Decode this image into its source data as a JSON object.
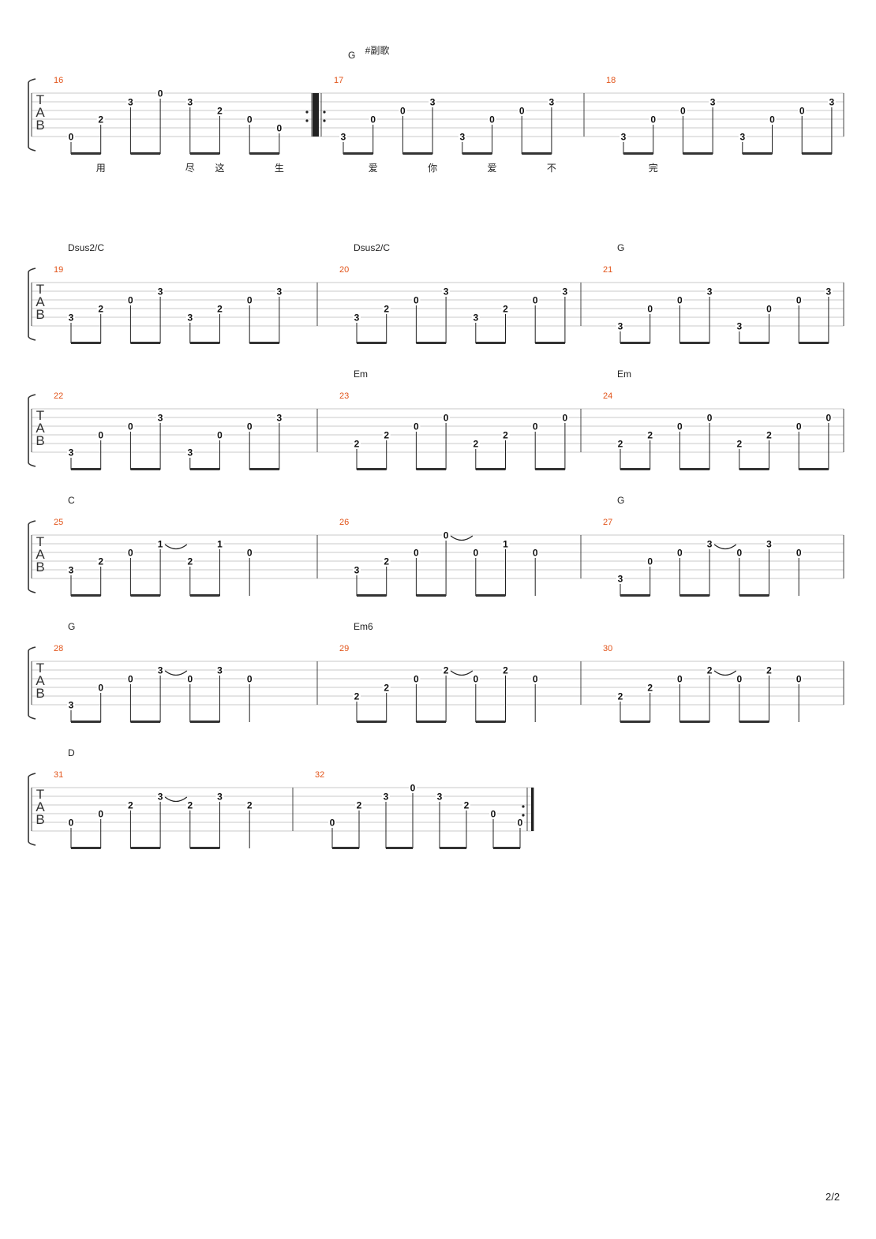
{
  "page": {
    "number": "2/2"
  },
  "section_label": "#副歌",
  "systems": [
    {
      "measures": [
        {
          "number": "16",
          "chord": "",
          "notes": [
            [
              6,
              "0"
            ],
            [
              4,
              "2"
            ],
            [
              2,
              "3"
            ],
            [
              1,
              "0"
            ],
            [
              2,
              "3"
            ],
            [
              3,
              "2"
            ],
            [
              4,
              "0"
            ],
            [
              5,
              "0"
            ]
          ],
          "lyrics": [
            "",
            "用",
            "",
            "",
            "尽",
            "这",
            "",
            "生"
          ]
        },
        {
          "number": "17",
          "chord": "G",
          "notes": [
            [
              6,
              "3"
            ],
            [
              4,
              "0"
            ],
            [
              3,
              "0"
            ],
            [
              2,
              "3"
            ],
            [
              6,
              "3"
            ],
            [
              4,
              "0"
            ],
            [
              3,
              "0"
            ],
            [
              2,
              "3"
            ]
          ],
          "lyrics": [
            "",
            "爱",
            "",
            "你",
            "",
            "爱",
            "",
            "不"
          ]
        },
        {
          "number": "18",
          "chord": "",
          "notes": [
            [
              6,
              "3"
            ],
            [
              4,
              "0"
            ],
            [
              3,
              "0"
            ],
            [
              2,
              "3"
            ],
            [
              6,
              "3"
            ],
            [
              4,
              "0"
            ],
            [
              3,
              "0"
            ],
            [
              2,
              "3"
            ]
          ],
          "lyrics": [
            "",
            "完",
            "",
            "",
            "",
            "",
            "",
            ""
          ]
        }
      ]
    },
    {
      "measures": [
        {
          "number": "19",
          "chord": "Dsus2/C",
          "notes": [
            [
              5,
              "3"
            ],
            [
              4,
              "2"
            ],
            [
              3,
              "0"
            ],
            [
              2,
              "3"
            ],
            [
              5,
              "3"
            ],
            [
              4,
              "2"
            ],
            [
              3,
              "0"
            ],
            [
              2,
              "3"
            ]
          ]
        },
        {
          "number": "20",
          "chord": "Dsus2/C",
          "notes": [
            [
              5,
              "3"
            ],
            [
              4,
              "2"
            ],
            [
              3,
              "0"
            ],
            [
              2,
              "3"
            ],
            [
              5,
              "3"
            ],
            [
              4,
              "2"
            ],
            [
              3,
              "0"
            ],
            [
              2,
              "3"
            ]
          ]
        },
        {
          "number": "21",
          "chord": "G",
          "notes": [
            [
              6,
              "3"
            ],
            [
              4,
              "0"
            ],
            [
              3,
              "0"
            ],
            [
              2,
              "3"
            ],
            [
              6,
              "3"
            ],
            [
              4,
              "0"
            ],
            [
              3,
              "0"
            ],
            [
              2,
              "3"
            ]
          ]
        }
      ]
    },
    {
      "measures": [
        {
          "number": "22",
          "chord": "",
          "notes": [
            [
              6,
              "3"
            ],
            [
              4,
              "0"
            ],
            [
              3,
              "0"
            ],
            [
              2,
              "3"
            ],
            [
              6,
              "3"
            ],
            [
              4,
              "0"
            ],
            [
              3,
              "0"
            ],
            [
              2,
              "3"
            ]
          ]
        },
        {
          "number": "23",
          "chord": "Em",
          "notes": [
            [
              5,
              "2"
            ],
            [
              4,
              "2"
            ],
            [
              3,
              "0"
            ],
            [
              2,
              "0"
            ],
            [
              5,
              "2"
            ],
            [
              4,
              "2"
            ],
            [
              3,
              "0"
            ],
            [
              2,
              "0"
            ]
          ]
        },
        {
          "number": "24",
          "chord": "Em",
          "notes": [
            [
              5,
              "2"
            ],
            [
              4,
              "2"
            ],
            [
              3,
              "0"
            ],
            [
              2,
              "0"
            ],
            [
              5,
              "2"
            ],
            [
              4,
              "2"
            ],
            [
              3,
              "0"
            ],
            [
              2,
              "0"
            ]
          ]
        }
      ]
    },
    {
      "measures": [
        {
          "number": "25",
          "chord": "C",
          "notes": [
            [
              5,
              "3"
            ],
            [
              4,
              "2"
            ],
            [
              3,
              "0"
            ],
            [
              2,
              "1"
            ],
            [
              4,
              "2"
            ],
            [
              2,
              "1"
            ],
            [
              3,
              "0"
            ]
          ],
          "ties": [
            [
              3,
              4
            ]
          ]
        },
        {
          "number": "26",
          "chord": "",
          "notes": [
            [
              5,
              "3"
            ],
            [
              4,
              "2"
            ],
            [
              3,
              "0"
            ],
            [
              1,
              "0"
            ],
            [
              3,
              "0"
            ],
            [
              2,
              "1"
            ],
            [
              3,
              "0"
            ]
          ],
          "ties": [
            [
              3,
              4
            ]
          ]
        },
        {
          "number": "27",
          "chord": "G",
          "notes": [
            [
              6,
              "3"
            ],
            [
              4,
              "0"
            ],
            [
              3,
              "0"
            ],
            [
              2,
              "3"
            ],
            [
              3,
              "0"
            ],
            [
              2,
              "3"
            ],
            [
              3,
              "0"
            ]
          ],
          "ties": [
            [
              3,
              4
            ]
          ]
        }
      ]
    },
    {
      "measures": [
        {
          "number": "28",
          "chord": "G",
          "notes": [
            [
              6,
              "3"
            ],
            [
              4,
              "0"
            ],
            [
              3,
              "0"
            ],
            [
              2,
              "3"
            ],
            [
              3,
              "0"
            ],
            [
              2,
              "3"
            ],
            [
              3,
              "0"
            ]
          ],
          "ties": [
            [
              3,
              4
            ]
          ]
        },
        {
          "number": "29",
          "chord": "Em6",
          "notes": [
            [
              5,
              "2"
            ],
            [
              4,
              "2"
            ],
            [
              3,
              "0"
            ],
            [
              2,
              "2"
            ],
            [
              3,
              "0"
            ],
            [
              2,
              "2"
            ],
            [
              3,
              "0"
            ]
          ],
          "ties": [
            [
              3,
              4
            ]
          ]
        },
        {
          "number": "30",
          "chord": "",
          "notes": [
            [
              5,
              "2"
            ],
            [
              4,
              "2"
            ],
            [
              3,
              "0"
            ],
            [
              2,
              "2"
            ],
            [
              3,
              "0"
            ],
            [
              2,
              "2"
            ],
            [
              3,
              "0"
            ]
          ],
          "ties": [
            [
              3,
              4
            ]
          ]
        }
      ]
    },
    {
      "measures": [
        {
          "number": "31",
          "chord": "D",
          "notes": [
            [
              5,
              "0"
            ],
            [
              4,
              "0"
            ],
            [
              3,
              "2"
            ],
            [
              2,
              "3"
            ],
            [
              3,
              "2"
            ],
            [
              2,
              "3"
            ],
            [
              3,
              "2"
            ]
          ],
          "ties": [
            [
              3,
              4
            ]
          ]
        },
        {
          "number": "32",
          "chord": "",
          "notes": [
            [
              5,
              "0"
            ],
            [
              3,
              "2"
            ],
            [
              2,
              "3"
            ],
            [
              1,
              "0"
            ],
            [
              2,
              "3"
            ],
            [
              3,
              "2"
            ],
            [
              4,
              "0"
            ],
            [
              5,
              "0"
            ]
          ]
        }
      ]
    }
  ]
}
